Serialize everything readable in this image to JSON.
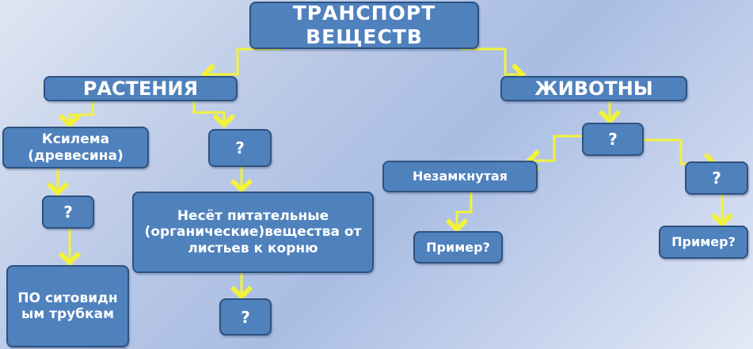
{
  "title": "ТРАНСПОРТ ВЕЩЕСТВ",
  "plants": {
    "label": "РАСТЕНИЯ",
    "xylem": "Ксилема (древесина)",
    "xylem_q": "?",
    "xylem_answer": "ПО ситовидным трубкам",
    "phloem_q": "?",
    "phloem_desc": "Несёт питательные (органические)вещества от листьев к корню",
    "phloem_answer_q": "?"
  },
  "animals": {
    "label": "ЖИВОТНЫ",
    "type_q": "?",
    "open": "Незамкнутая",
    "open_example": "Пример?",
    "closed_q": "?",
    "closed_example": "Пример?"
  },
  "colors": {
    "box": "#4f81bd",
    "connector": "#f2f23a"
  }
}
